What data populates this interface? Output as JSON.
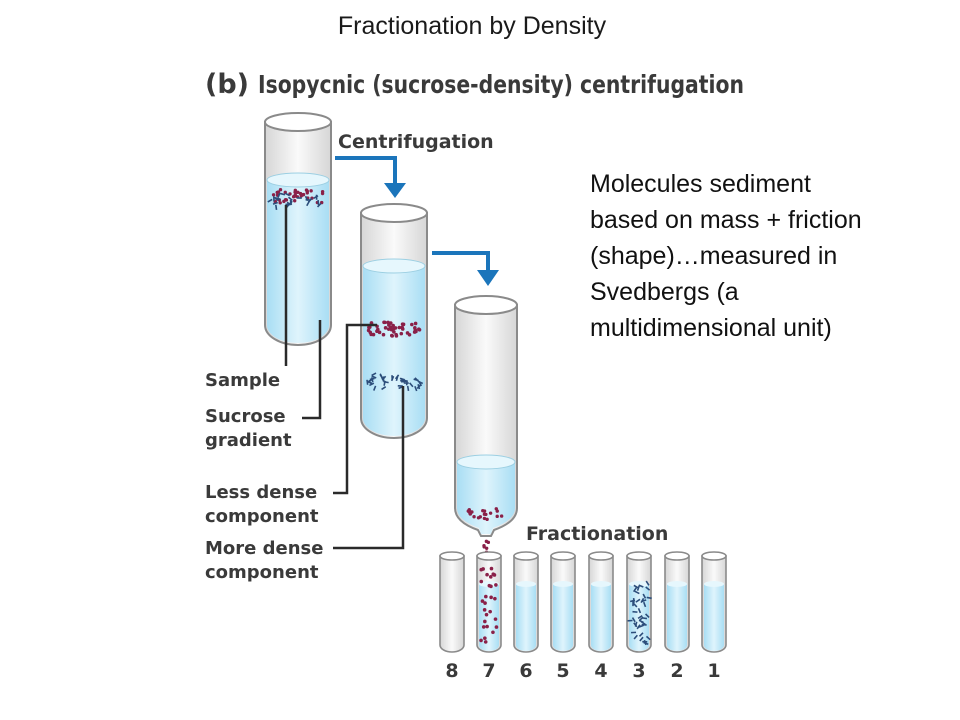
{
  "title": "Fractionation by Density",
  "panel": {
    "letter": "(b)",
    "heading": "Isopycnic (sucrose-density) centrifugation"
  },
  "steps": {
    "centrifugation": "Centrifugation",
    "fractionation": "Fractionation"
  },
  "callouts": {
    "sample": "Sample",
    "sucrose_gradient": [
      "Sucrose",
      "gradient"
    ],
    "less_dense": [
      "Less dense",
      "component"
    ],
    "more_dense": [
      "More dense",
      "component"
    ]
  },
  "note_lines": [
    "Molecules sediment",
    "based on mass + friction",
    "(shape)…measured in",
    "Svedbergs  (a",
    "multidimensional unit)"
  ],
  "fraction_numbers": [
    "8",
    "7",
    "6",
    "5",
    "4",
    "3",
    "2",
    "1"
  ],
  "colors": {
    "tube_fill": "#c6ecfa",
    "tube_glass": "#f2f2f2",
    "tube_outline": "#8a8a8a",
    "arrow": "#1b75bb",
    "less_dense_particles": "#8a2048",
    "more_dense_particles": "#2c4d7a",
    "leader_line": "#2a2a2a"
  },
  "icons": {
    "step_arrow": "down-arrow-icon"
  }
}
